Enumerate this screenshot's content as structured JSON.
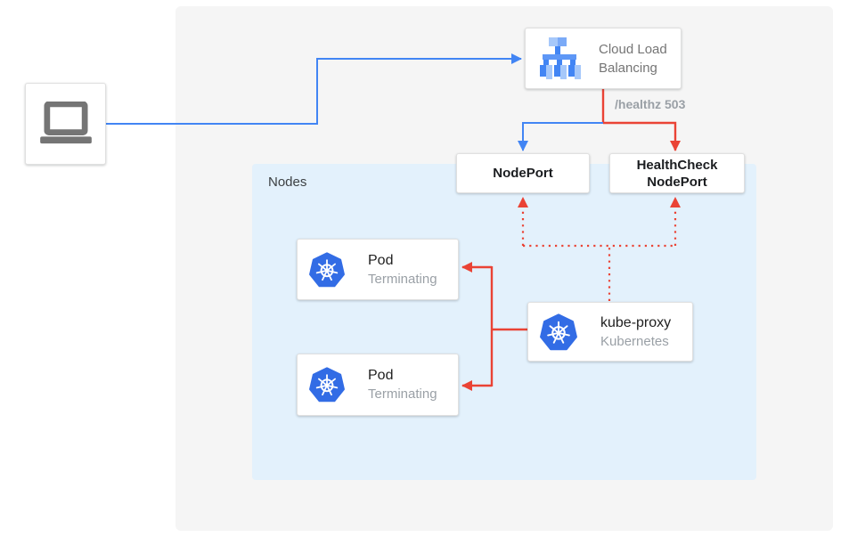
{
  "colors": {
    "traffic_blue": "#4285F4",
    "health_red": "#EA4335",
    "kubernetes_blue": "#326CE5",
    "nodes_container_bg": "#E3F1FC",
    "panel_bg": "#F5F5F5",
    "lb_icon_light_blue": "#A6C8FA",
    "lb_icon_mid_blue": "#7BAAF7"
  },
  "client": {
    "icon": "laptop-icon"
  },
  "load_balancer": {
    "label": "Cloud Load Balancing",
    "icon": "cloud-load-balancing-icon"
  },
  "edge_label": "/healthz 503",
  "node_port": {
    "label": "NodePort"
  },
  "health_check_node_port": {
    "label": "HealthCheck NodePort"
  },
  "nodes_group": {
    "label": "Nodes"
  },
  "pods": [
    {
      "title": "Pod",
      "status": "Terminating",
      "icon": "kubernetes-icon"
    },
    {
      "title": "Pod",
      "status": "Terminating",
      "icon": "kubernetes-icon"
    }
  ],
  "kube_proxy": {
    "title": "kube-proxy",
    "subtitle": "Kubernetes",
    "icon": "kubernetes-icon"
  }
}
